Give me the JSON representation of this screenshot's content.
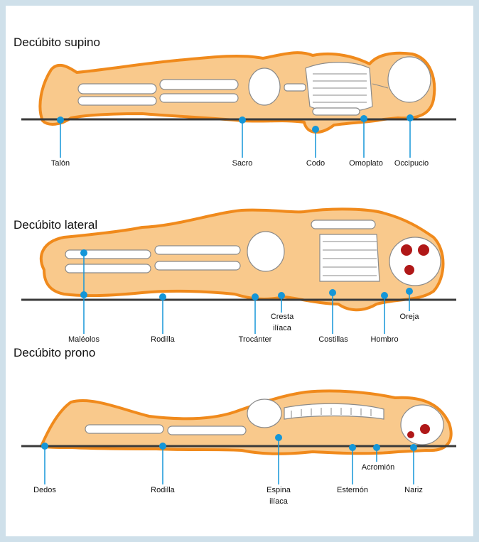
{
  "sections": [
    {
      "title": "Decúbito supino",
      "points": [
        {
          "label": "Talón"
        },
        {
          "label": "Sacro"
        },
        {
          "label": "Codo"
        },
        {
          "label": "Omoplato"
        },
        {
          "label": "Occipucio"
        }
      ]
    },
    {
      "title": "Decúbito lateral",
      "points": [
        {
          "label": "Maléolos"
        },
        {
          "label": "Rodilla"
        },
        {
          "label": "Trocánter"
        },
        {
          "label": "Cresta ilíaca"
        },
        {
          "label": "Costillas"
        },
        {
          "label": "Hombro"
        },
        {
          "label": "Oreja"
        }
      ]
    },
    {
      "title": "Decúbito prono",
      "points": [
        {
          "label": "Dedos"
        },
        {
          "label": "Rodilla"
        },
        {
          "label": "Espina ilíaca"
        },
        {
          "label": "Esternón"
        },
        {
          "label": "Acromión"
        },
        {
          "label": "Nariz"
        }
      ]
    }
  ],
  "colors": {
    "background": "#cfe0ea",
    "panel": "#ffffff",
    "body_fill": "#f9c98c",
    "body_outline": "#f08a1c",
    "bone": "#ffffff",
    "bone_outline": "#8a8a8a",
    "surface": "#3a3a3a",
    "marker": "#1496d8"
  }
}
